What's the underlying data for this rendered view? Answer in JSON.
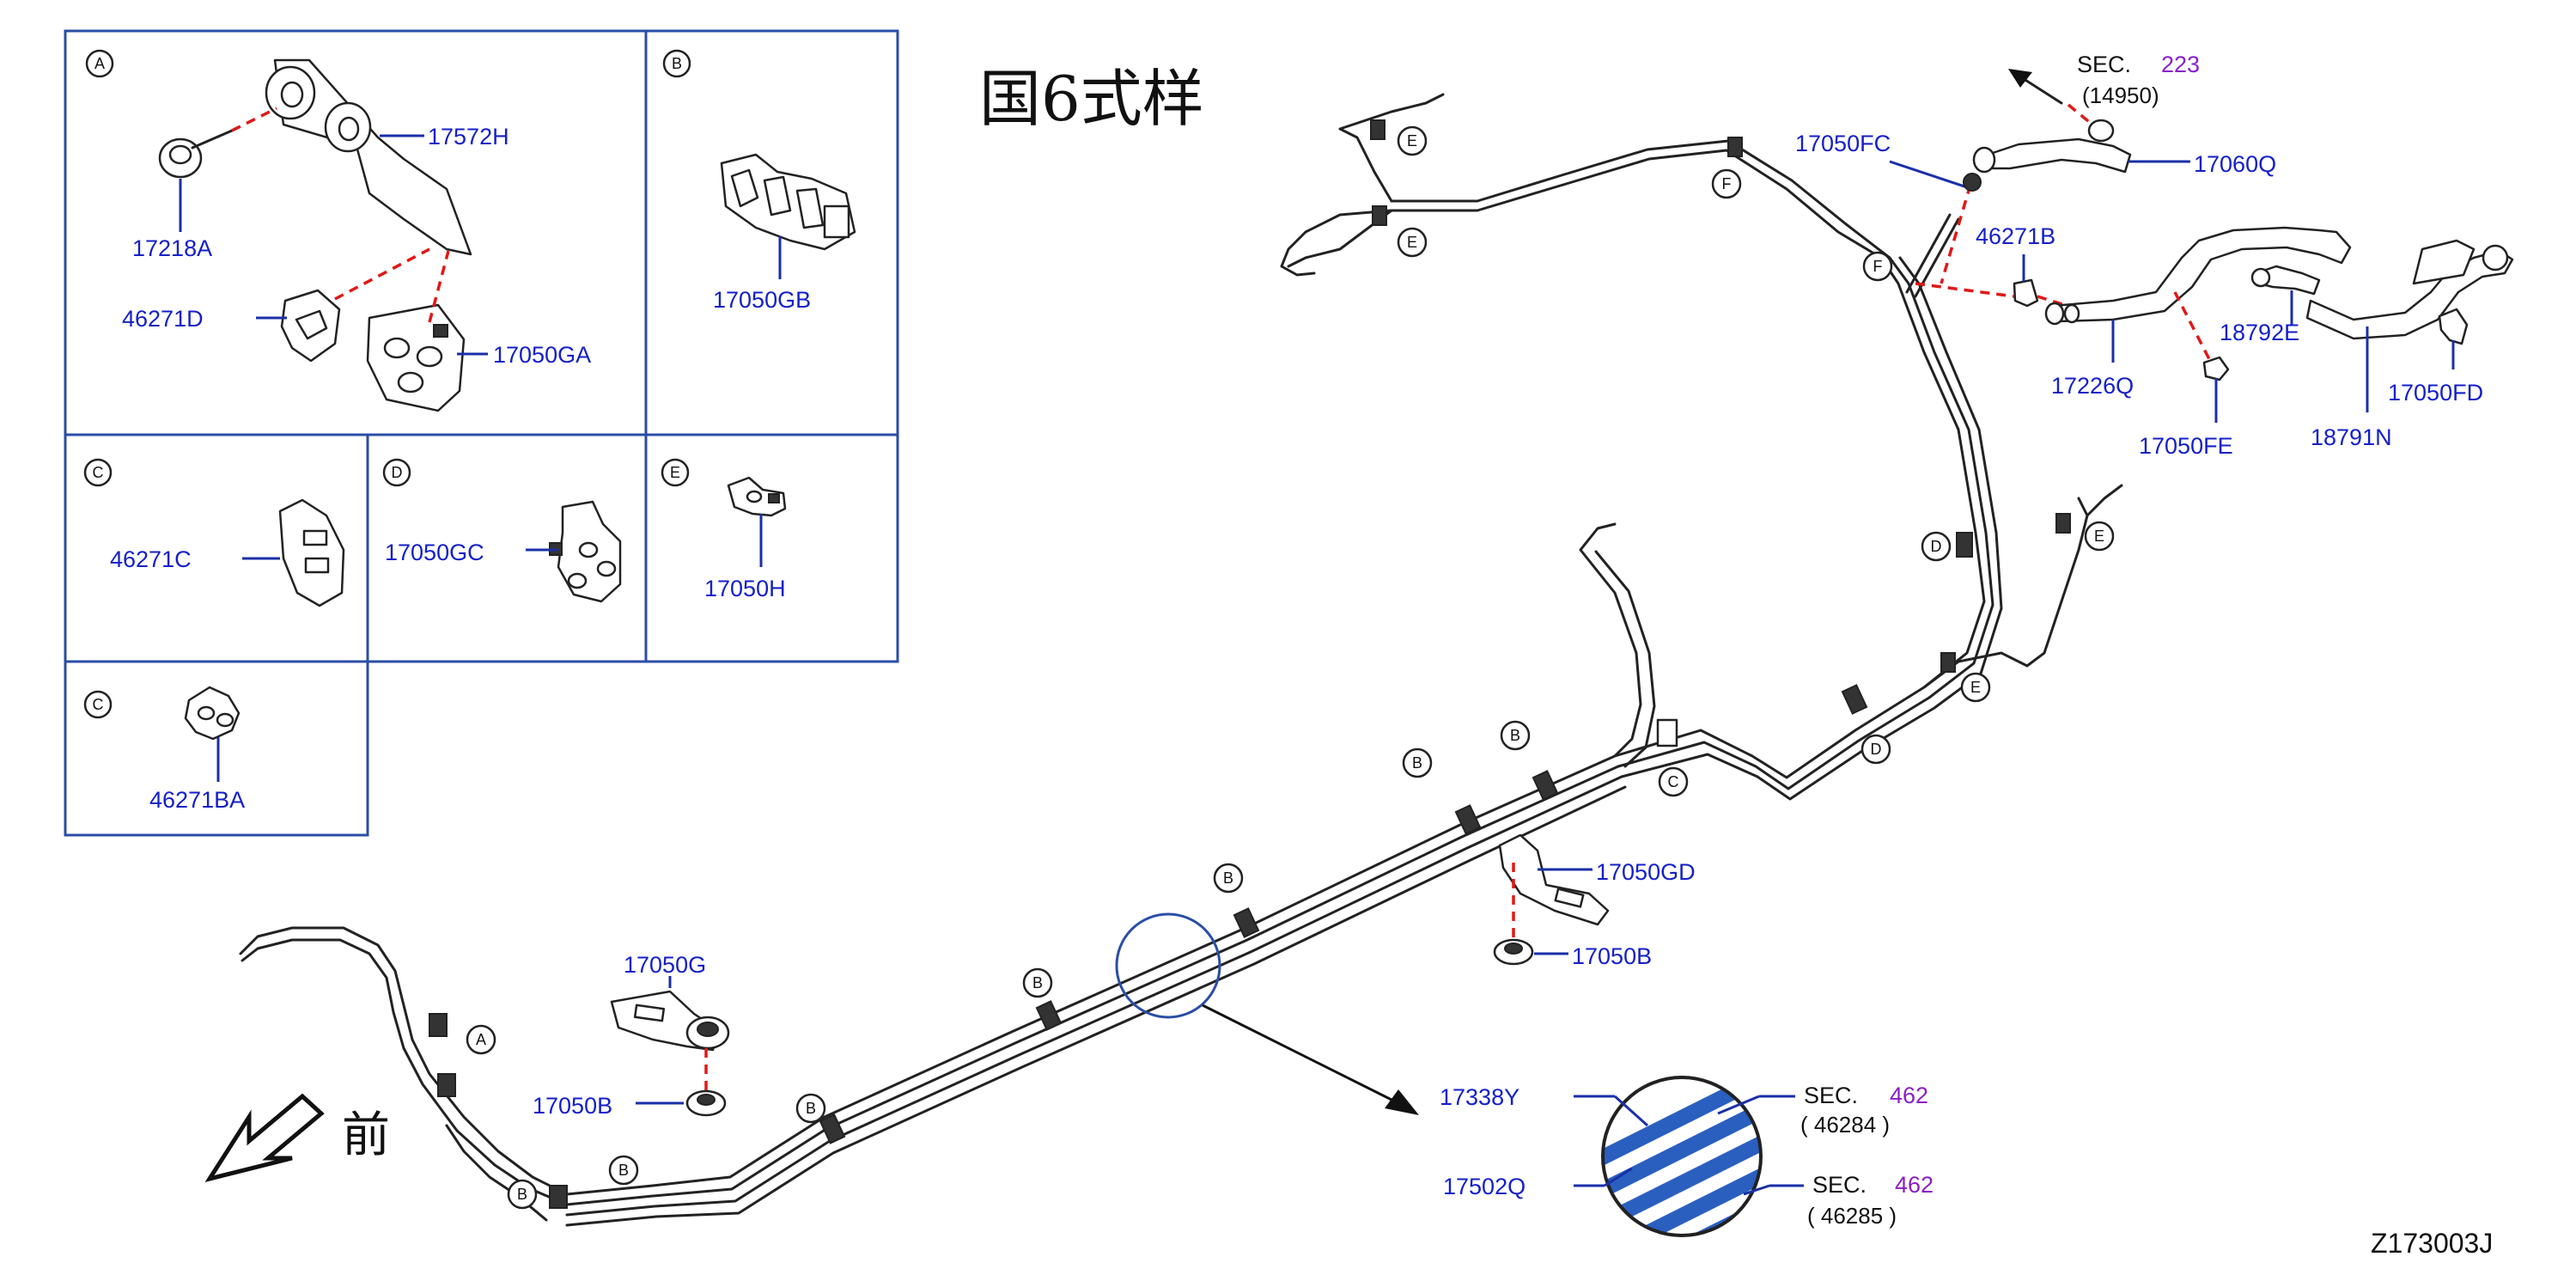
{
  "diagram": {
    "title": "国6式样",
    "drawing_code": "Z173003J",
    "front_label": "前",
    "panels": [
      {
        "letter": "A",
        "parts": [
          "17572H",
          "17218A",
          "46271D",
          "17050GA"
        ]
      },
      {
        "letter": "B",
        "parts": [
          "17050GB"
        ]
      },
      {
        "letter": "C",
        "parts": [
          "46271C"
        ]
      },
      {
        "letter": "D",
        "parts": [
          "17050GC"
        ]
      },
      {
        "letter": "E",
        "parts": [
          "17050H"
        ]
      },
      {
        "letter": "C",
        "parts": [
          "46271BA"
        ]
      }
    ],
    "part_labels": {
      "p17572H": "17572H",
      "p17218A": "17218A",
      "p46271D": "46271D",
      "p17050GA": "17050GA",
      "p17050GB": "17050GB",
      "p46271C": "46271C",
      "p17050GC": "17050GC",
      "p17050H": "17050H",
      "p46271BA": "46271BA",
      "p17050FC": "17050FC",
      "p17060Q": "17060Q",
      "p46271B": "46271B",
      "p17226Q": "17226Q",
      "p18792E": "18792E",
      "p17050FE": "17050FE",
      "p18791N": "18791N",
      "p17050FD": "17050FD",
      "p17050GD": "17050GD",
      "p17050B_1": "17050B",
      "p17050G": "17050G",
      "p17050B_2": "17050B",
      "p17338Y": "17338Y",
      "p17502Q": "17502Q"
    },
    "section_refs": [
      {
        "sec": "SEC.",
        "num": "223",
        "sub": "(14950)"
      },
      {
        "sec": "SEC.",
        "num": "462",
        "sub": "( 46284 )"
      },
      {
        "sec": "SEC.",
        "num": "462",
        "sub": "( 46285 )"
      }
    ],
    "callout_letters": {
      "A": "A",
      "B": "B",
      "C": "C",
      "D": "D",
      "E": "E",
      "F": "F"
    },
    "colors": {
      "label": "#1520c8",
      "section_number": "#8a1ec8",
      "panel_border": "#2a4ea6",
      "dashed_link": "#e01818",
      "tube_fill": "#2a5fbf"
    }
  }
}
